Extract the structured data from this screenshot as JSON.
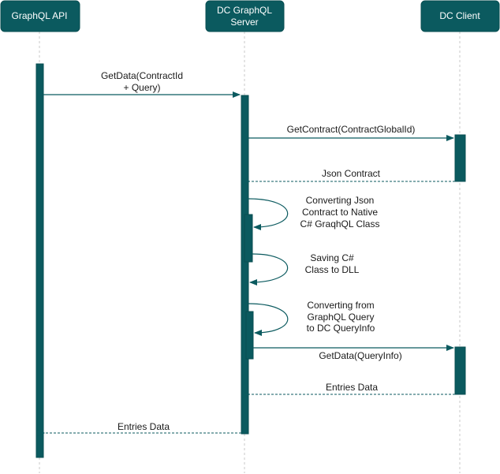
{
  "participants": [
    {
      "id": "graphql_api",
      "lines": [
        "GraphQL API"
      ]
    },
    {
      "id": "dc_server",
      "lines": [
        "DC GraphQL",
        "Server"
      ]
    },
    {
      "id": "dc_client",
      "lines": [
        "DC Client"
      ]
    }
  ],
  "messages": [
    {
      "id": "getdata_contract",
      "from": "graphql_api",
      "to": "dc_server",
      "kind": "call",
      "lines": [
        "GetData(ContractId",
        "+ Query)"
      ]
    },
    {
      "id": "getcontract",
      "from": "dc_server",
      "to": "dc_client",
      "kind": "call",
      "lines": [
        "GetContract(ContractGlobalId)"
      ]
    },
    {
      "id": "json_contract",
      "from": "dc_client",
      "to": "dc_server",
      "kind": "return",
      "lines": [
        "Json Contract"
      ]
    },
    {
      "id": "convert_json",
      "from": "dc_server",
      "to": "dc_server",
      "kind": "self",
      "lines": [
        "Converting Json",
        "Contract to Native",
        "C# GraqhQL Class"
      ]
    },
    {
      "id": "save_dll",
      "from": "dc_server",
      "to": "dc_server",
      "kind": "self",
      "lines": [
        "Saving C#",
        "Class to DLL"
      ]
    },
    {
      "id": "convert_query",
      "from": "dc_server",
      "to": "dc_server",
      "kind": "self",
      "lines": [
        "Converting from",
        "GraphQL Query",
        "to DC QueryInfo"
      ]
    },
    {
      "id": "getdata_queryinfo",
      "from": "dc_server",
      "to": "dc_client",
      "kind": "call",
      "lines": [
        "GetData(QueryInfo)"
      ]
    },
    {
      "id": "entries_from_client",
      "from": "dc_client",
      "to": "dc_server",
      "kind": "return",
      "lines": [
        "Entries Data"
      ]
    },
    {
      "id": "entries_to_api",
      "from": "dc_server",
      "to": "graphql_api",
      "kind": "return",
      "lines": [
        "Entries Data"
      ]
    }
  ],
  "colors": {
    "accent": "#0b5a5f",
    "header_text": "#ffffff",
    "lifeline": "#c8c8c8"
  }
}
